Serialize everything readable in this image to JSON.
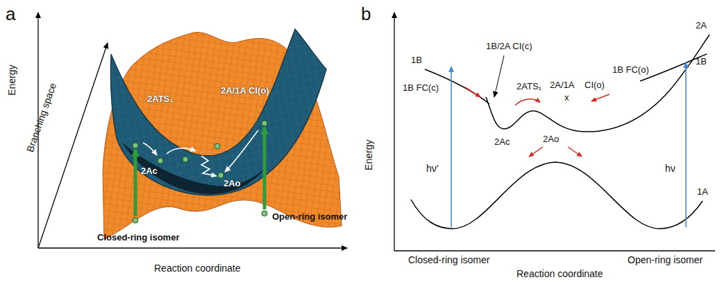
{
  "diagram": {
    "labels": [
      "a",
      "Energy",
      "Branching space",
      "Reaction coordinate",
      "2A/1A CI(o)",
      "2ATS₁",
      "2Ac",
      "2Ao",
      "Closed-ring isomer",
      "Open-ring isomer",
      "b",
      "Energy",
      "1B",
      "1B/2A CI(c)",
      "1B FC(c)",
      "2ATS₁",
      "2A/1A",
      "x",
      "CI(o)",
      "1B FC(o)",
      "2A",
      "1B",
      "2Ac",
      "2Ao",
      "hν′",
      "hν",
      "1A",
      "Closed-ring isomer",
      "Open-ring isomer",
      "Reaction coordinate"
    ]
  }
}
